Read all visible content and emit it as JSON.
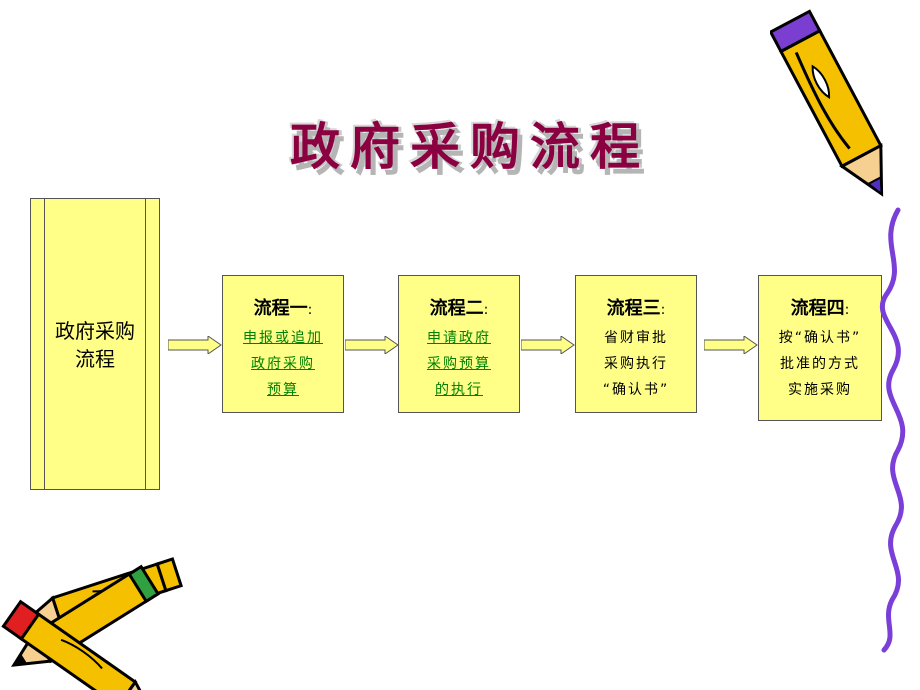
{
  "title": "政府采购流程",
  "main_box": {
    "line1": "政府采购",
    "line2": "流程"
  },
  "steps": [
    {
      "head": "流程一",
      "colon": ":",
      "lines": [
        "申报或追加",
        "政府采购",
        "预算"
      ],
      "style": "green"
    },
    {
      "head": "流程二",
      "colon": ":",
      "lines": [
        "申请政府",
        "采购预算",
        "的执行"
      ],
      "style": "green"
    },
    {
      "head": "流程三",
      "colon": ":",
      "lines": [
        "省财审批",
        "采购执行",
        "“确认书”"
      ],
      "style": "black"
    },
    {
      "head": "流程四",
      "colon": ":",
      "lines": [
        "按“确认书”",
        "批准的方式",
        "实施采购"
      ],
      "style": "black"
    }
  ],
  "colors": {
    "box_fill": "#ffff88",
    "title": "#8b0040",
    "link_green": "#008000",
    "arrow_fill": "#ffff88"
  },
  "decorations": [
    "pencil-icon-top-right",
    "pencils-icon-bottom-left",
    "squiggle-line-right"
  ]
}
